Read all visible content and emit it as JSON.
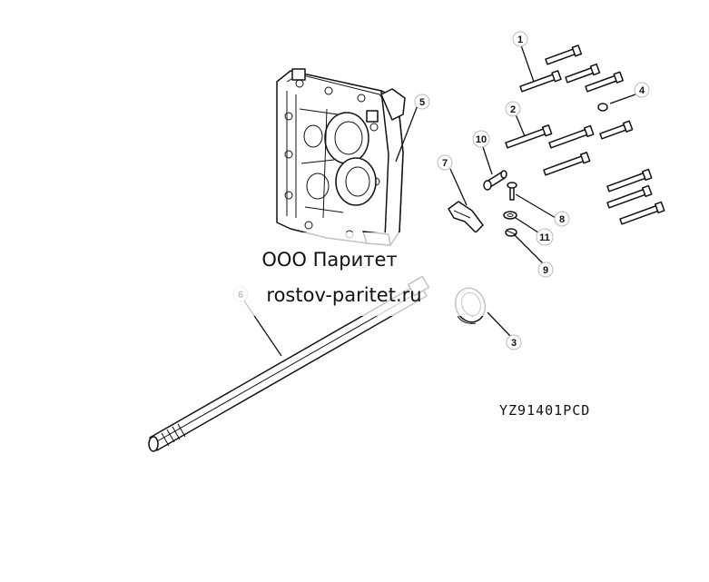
{
  "diagram": {
    "drawing_code": "YZ91401PCD",
    "watermark": {
      "company": "ООО Паритет",
      "website": "rostov-paritet.ru"
    },
    "callouts": [
      {
        "id": "c1",
        "label": "1"
      },
      {
        "id": "c2",
        "label": "2"
      },
      {
        "id": "c3",
        "label": "3"
      },
      {
        "id": "c4",
        "label": "4"
      },
      {
        "id": "c5",
        "label": "5"
      },
      {
        "id": "c6",
        "label": "6"
      },
      {
        "id": "c7",
        "label": "7"
      },
      {
        "id": "c8",
        "label": "8"
      },
      {
        "id": "c9",
        "label": "9"
      },
      {
        "id": "c10",
        "label": "10"
      },
      {
        "id": "c11",
        "label": "11"
      }
    ]
  }
}
